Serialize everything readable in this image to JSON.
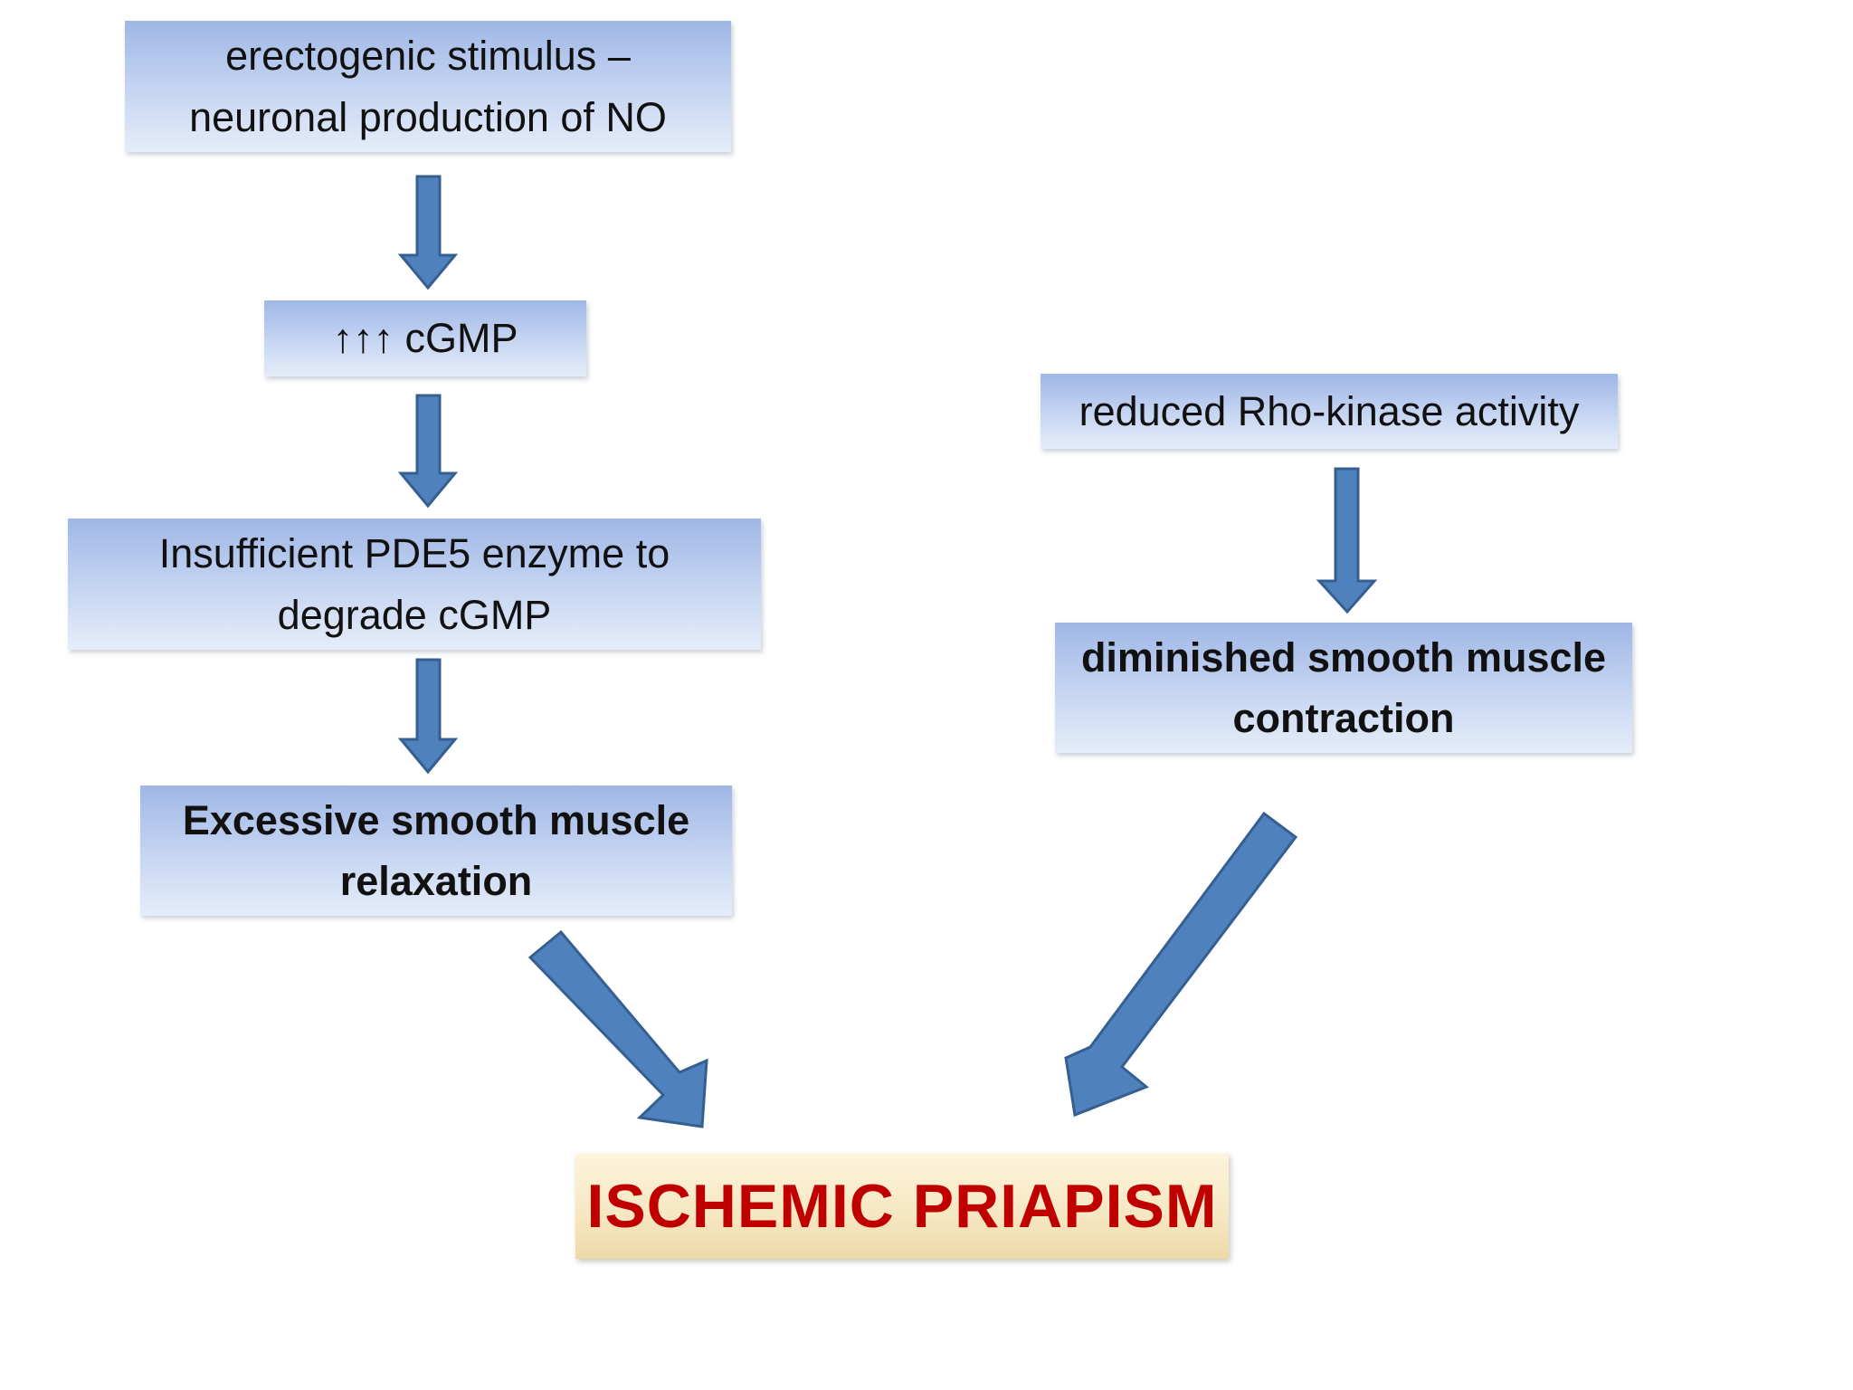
{
  "nodes": {
    "stimulus": {
      "line1": "erectogenic stimulus –",
      "line2": "neuronal production of NO"
    },
    "cgmp": {
      "text": "↑↑↑ cGMP"
    },
    "pde5": {
      "line1": "Insufficient PDE5 enzyme to",
      "line2": "degrade cGMP"
    },
    "relaxation": {
      "line1": "Excessive smooth muscle",
      "line2": "relaxation"
    },
    "rho_kinase": {
      "text": "reduced Rho-kinase activity"
    },
    "contraction": {
      "line1": "diminished smooth muscle",
      "line2": "contraction"
    },
    "outcome": {
      "text": "ISCHEMIC PRIAPISM"
    }
  },
  "colors": {
    "arrow_fill": "#4f81bd",
    "arrow_stroke": "#365f91",
    "box_top": "#9fb7e6",
    "box_bottom": "#e6edf9",
    "outcome_text": "#c00000",
    "outcome_box": "#f6e7c2"
  }
}
